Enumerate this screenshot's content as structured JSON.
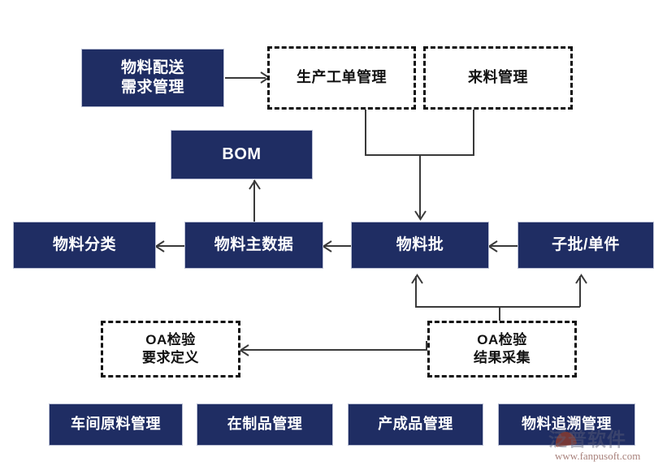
{
  "diagram": {
    "title_text": "",
    "colors": {
      "node_fill": "#1f2d63",
      "node_text": "#ffffff",
      "dashed_border": "#111111",
      "connector": "#3a3a3a",
      "background": "#ffffff"
    },
    "nodes": [
      {
        "id": "material-delivery-demand",
        "label": "物料配送\n需求管理",
        "style": "solid"
      },
      {
        "id": "production-work-order",
        "label": "生产工单管理",
        "style": "dashed"
      },
      {
        "id": "incoming-material",
        "label": "来料管理",
        "style": "dashed"
      },
      {
        "id": "bom",
        "label": "BOM",
        "style": "solid"
      },
      {
        "id": "material-classification",
        "label": "物料分类",
        "style": "solid"
      },
      {
        "id": "material-master-data",
        "label": "物料主数据",
        "style": "solid"
      },
      {
        "id": "material-batch",
        "label": "物料批",
        "style": "solid"
      },
      {
        "id": "sub-batch-single-piece",
        "label": "子批/单件",
        "style": "solid"
      },
      {
        "id": "oa-inspection-requirement",
        "label": "OA检验\n要求定义",
        "style": "dashed"
      },
      {
        "id": "oa-inspection-result",
        "label": "OA检验\n结果采集",
        "style": "dashed"
      },
      {
        "id": "workshop-raw-material",
        "label": "车间原料管理",
        "style": "solid"
      },
      {
        "id": "wip-management",
        "label": "在制品管理",
        "style": "solid"
      },
      {
        "id": "finished-goods",
        "label": "产成品管理",
        "style": "solid"
      },
      {
        "id": "material-traceability",
        "label": "物料追溯管理",
        "style": "solid"
      }
    ],
    "edges": [
      {
        "from": "material-delivery-demand",
        "to": "production-work-order",
        "direction": "right"
      },
      {
        "from": "production-work-order",
        "to": "material-batch",
        "direction": "down"
      },
      {
        "from": "incoming-material",
        "to": "material-batch",
        "direction": "down"
      },
      {
        "from": "material-master-data",
        "to": "bom",
        "direction": "up"
      },
      {
        "from": "material-master-data",
        "to": "material-classification",
        "direction": "left"
      },
      {
        "from": "material-batch",
        "to": "material-master-data",
        "direction": "left"
      },
      {
        "from": "sub-batch-single-piece",
        "to": "material-batch",
        "direction": "left"
      },
      {
        "from": "oa-inspection-result",
        "to": "material-batch",
        "direction": "up"
      },
      {
        "from": "oa-inspection-result",
        "to": "sub-batch-single-piece",
        "direction": "up"
      },
      {
        "from": "oa-inspection-result",
        "to": "oa-inspection-requirement",
        "direction": "left"
      }
    ]
  },
  "watermark": {
    "brand_cn": "泛普软件",
    "url": "www.fanpusoft.com"
  }
}
